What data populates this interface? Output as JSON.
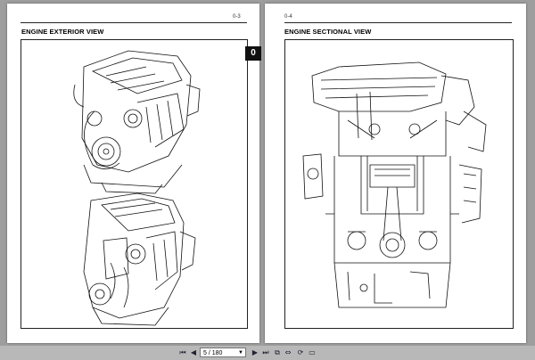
{
  "left_page": {
    "page_number": "0-3",
    "title": "ENGINE EXTERIOR VIEW",
    "tab_label": "0"
  },
  "right_page": {
    "page_number": "0-4",
    "title": "ENGINE SECTIONAL VIEW"
  },
  "toolbar": {
    "page_indicator": "5 / 180",
    "buttons": [
      "first-page-icon",
      "prev-page-icon",
      "next-page-icon",
      "last-page-icon",
      "fit-page-icon",
      "fit-width-icon",
      "rotate-icon",
      "single-page-icon"
    ]
  }
}
